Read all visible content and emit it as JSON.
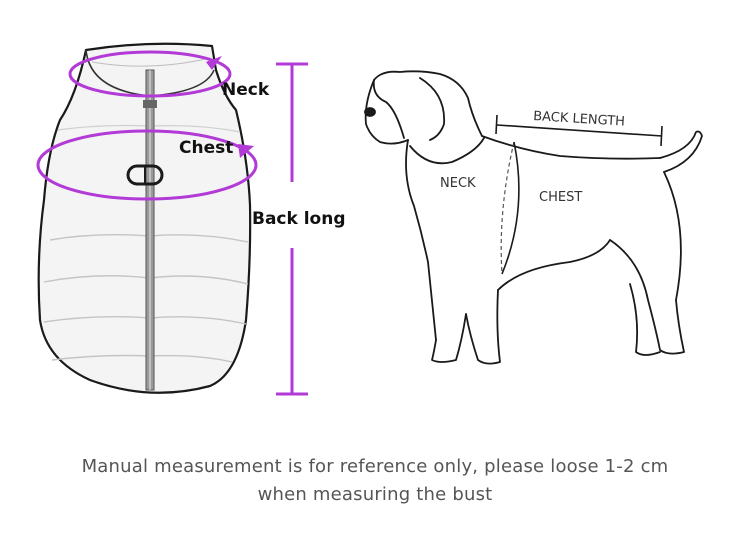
{
  "vest_labels": {
    "neck": "Neck",
    "chest": "Chest",
    "back_long": "Back long"
  },
  "dog_labels": {
    "back_length": "BACK LENGTH",
    "neck": "NECK",
    "chest": "CHEST"
  },
  "caption": {
    "line1": "Manual measurement is for reference only, please loose 1-2 cm",
    "line2": "when measuring the bust"
  },
  "colors": {
    "accent": "#b23ad6",
    "outline": "#1a1a1a",
    "caption_text": "#555555"
  },
  "icons": {
    "vest": "dog-vest-illustration",
    "dog": "dog-outline-illustration",
    "arrow": "arrow-head-icon"
  }
}
